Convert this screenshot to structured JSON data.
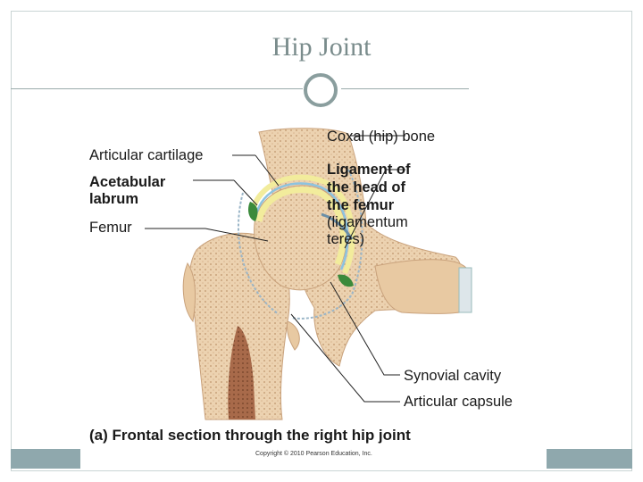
{
  "slide": {
    "title": "Hip Joint"
  },
  "figure": {
    "labels": {
      "coxal_bone": "Coxal (hip) bone",
      "articular_cartilage": "Articular cartilage",
      "acetabular_labrum_1": "Acetabular",
      "acetabular_labrum_2": "labrum",
      "femur": "Femur",
      "ligament_1": "Ligament of",
      "ligament_2": "the head of",
      "ligament_3": "the femur",
      "ligament_4": "(ligamentum",
      "ligament_5": "teres)",
      "synovial_cavity": "Synovial cavity",
      "articular_capsule": "Articular capsule"
    },
    "caption_prefix": "(a)",
    "caption": "Frontal section through the right hip joint",
    "copyright": "Copyright © 2010 Pearson Education, Inc."
  },
  "colors": {
    "accent": "#8fa8ad",
    "bone": "#ecd2b0",
    "marrow": "#a86a4a",
    "cartilage": "#f2ec9c",
    "synovial": "#8cc3e0",
    "labrum": "#3b8a3b"
  }
}
